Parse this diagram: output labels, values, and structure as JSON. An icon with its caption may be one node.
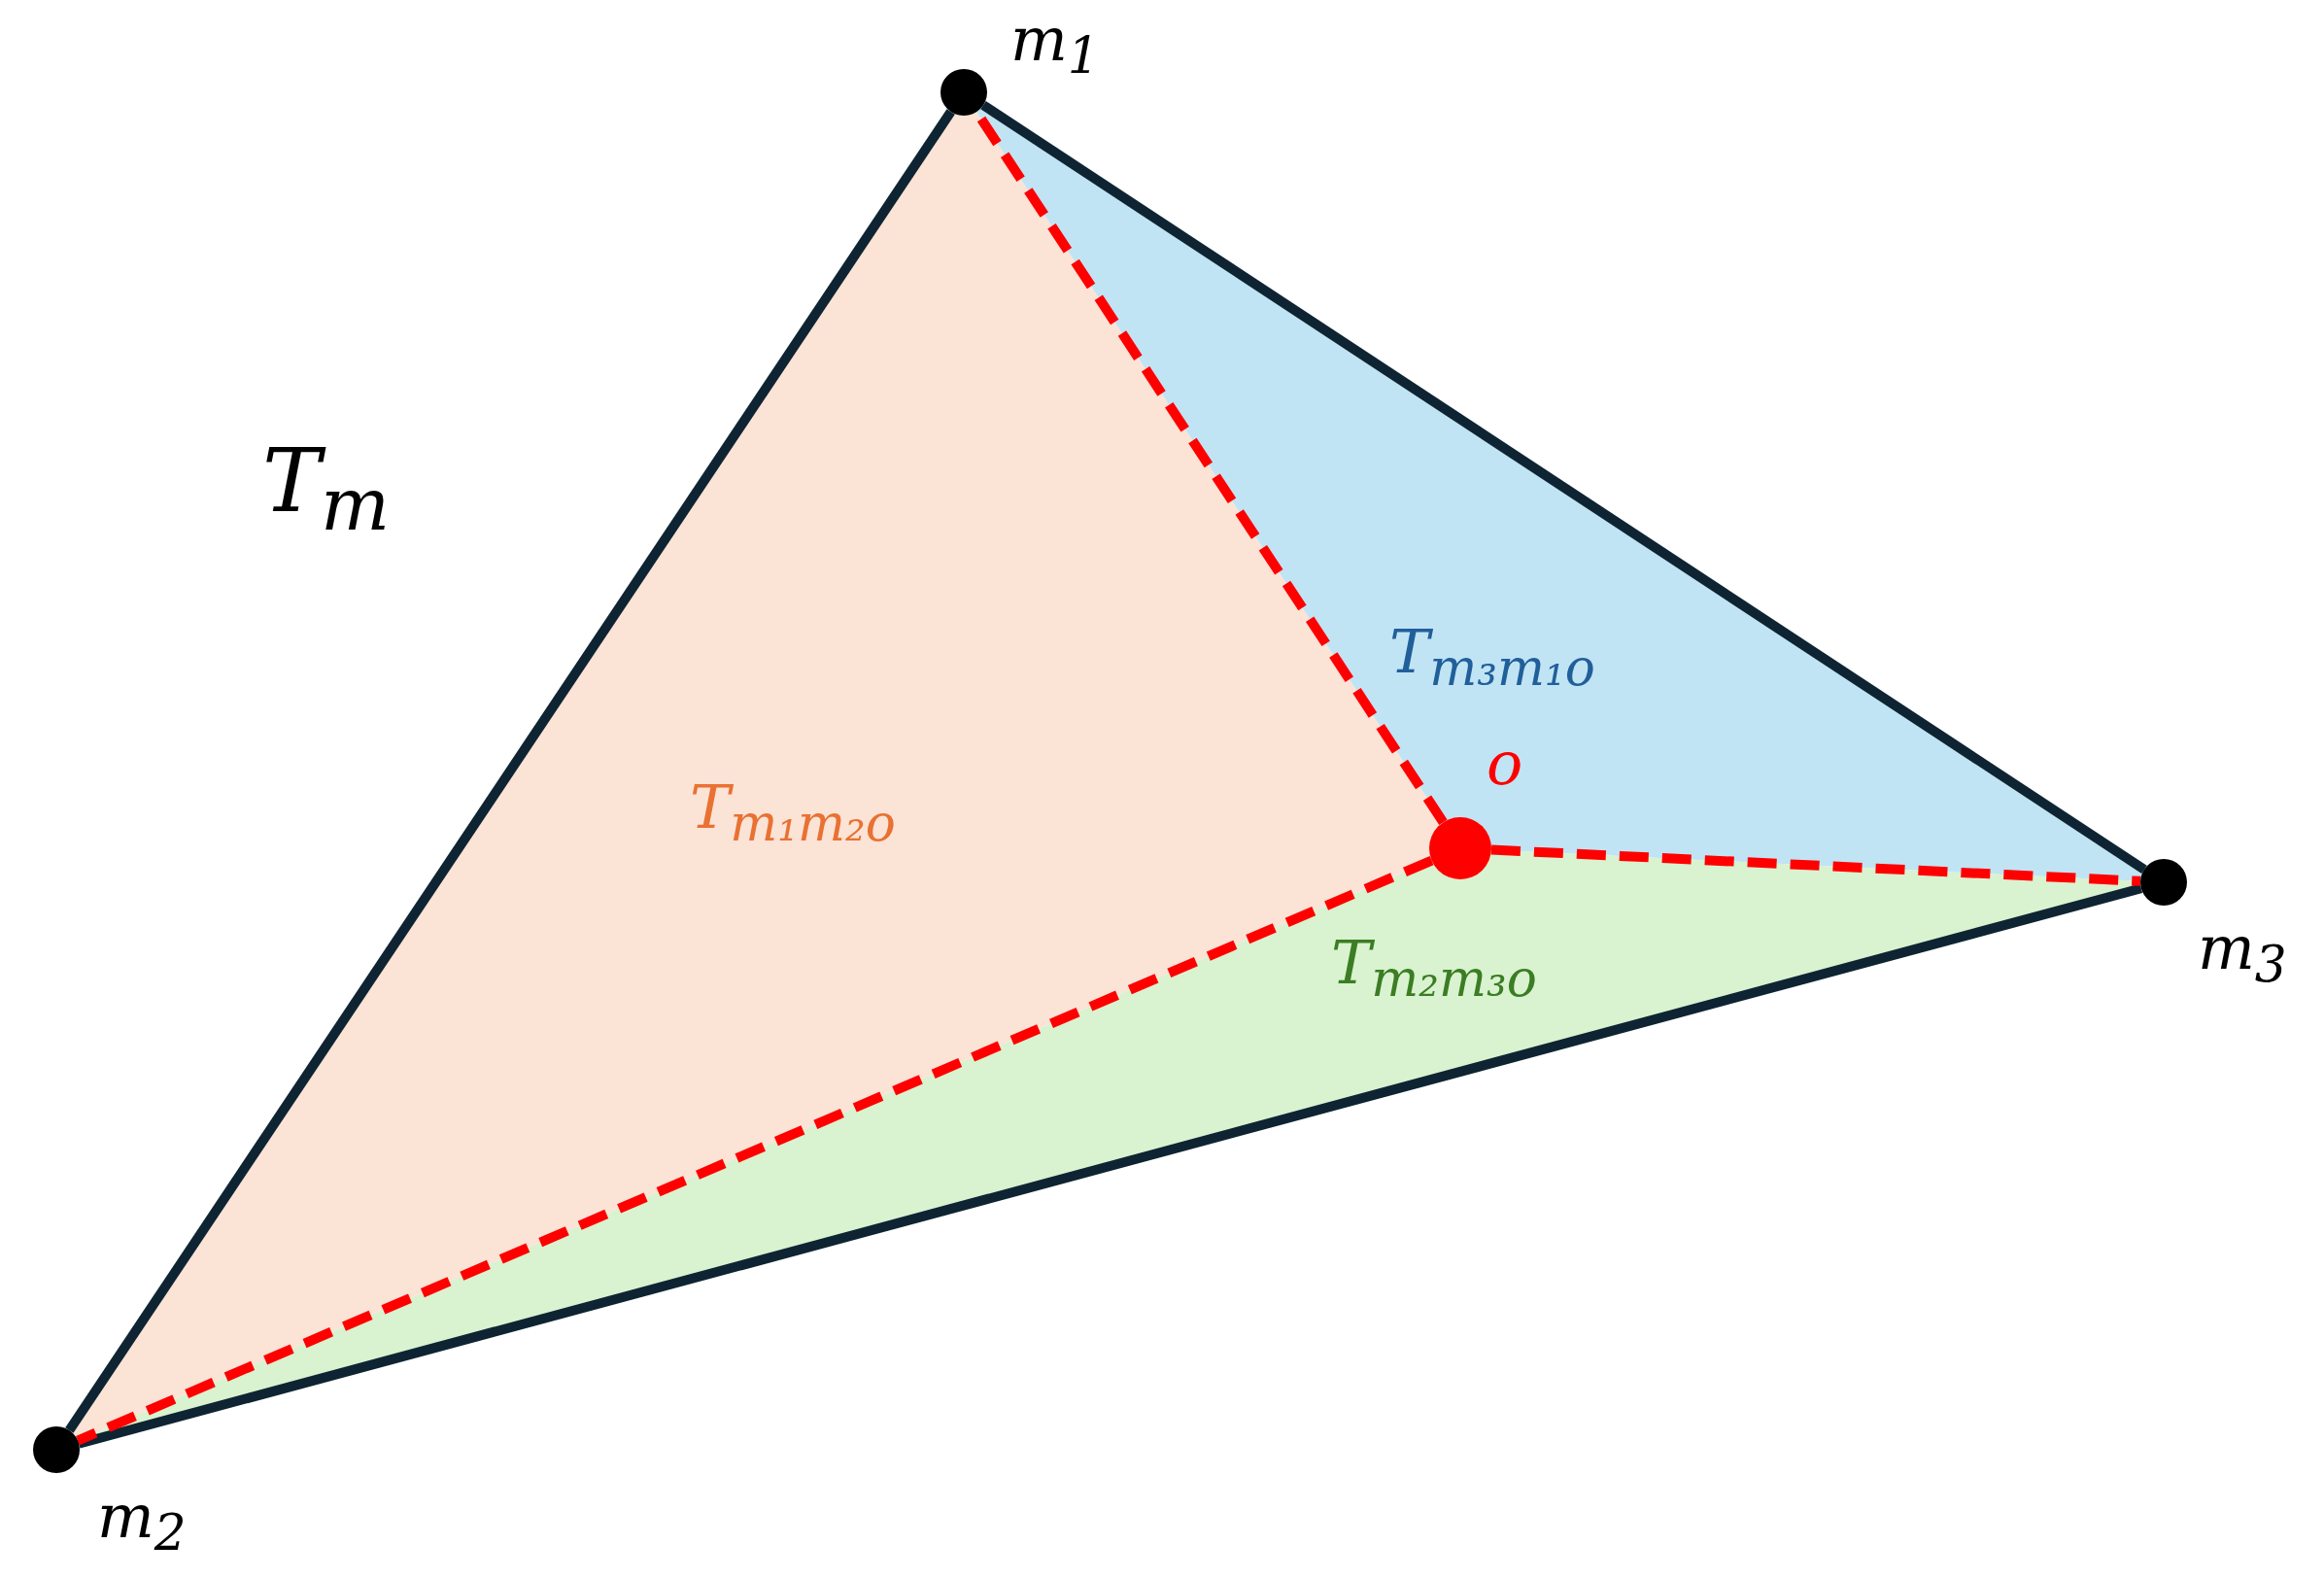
{
  "diagram": {
    "nodes": [
      {
        "text": [],
        "shape": "circle",
        "beside": [
          "m$_{1}$"
        ]
      },
      {
        "text": [],
        "shape": "circle",
        "beside": [
          "m$_{2}$"
        ]
      },
      {
        "text": [],
        "shape": "circle",
        "beside": [
          "m$_{3}$"
        ]
      },
      {
        "text": [],
        "shape": "circle",
        "beside": [
          "o"
        ]
      }
    ],
    "edges": [
      {
        "from": 0,
        "to": 1,
        "arrow": "none",
        "color": "#0e2433"
      },
      {
        "from": 1,
        "to": 2,
        "arrow": "none",
        "color": "#0e2433"
      },
      {
        "from": 2,
        "to": 0,
        "arrow": "none",
        "color": "#0e2433"
      },
      {
        "from": 3,
        "to": 0,
        "arrow": "none",
        "style": "dashed",
        "color": "#ff0000"
      },
      {
        "from": 3,
        "to": 1,
        "arrow": "none",
        "style": "dashed",
        "color": "#ff0000"
      },
      {
        "from": 3,
        "to": 2,
        "arrow": "none",
        "style": "dashed",
        "color": "#ff0000"
      }
    ],
    "labels": [
      "T$_{m}$",
      "T$_{m₃m₁o}$",
      "T$_{m₁m₂o}$",
      "T$_{m₂m₃o}$"
    ]
  }
}
